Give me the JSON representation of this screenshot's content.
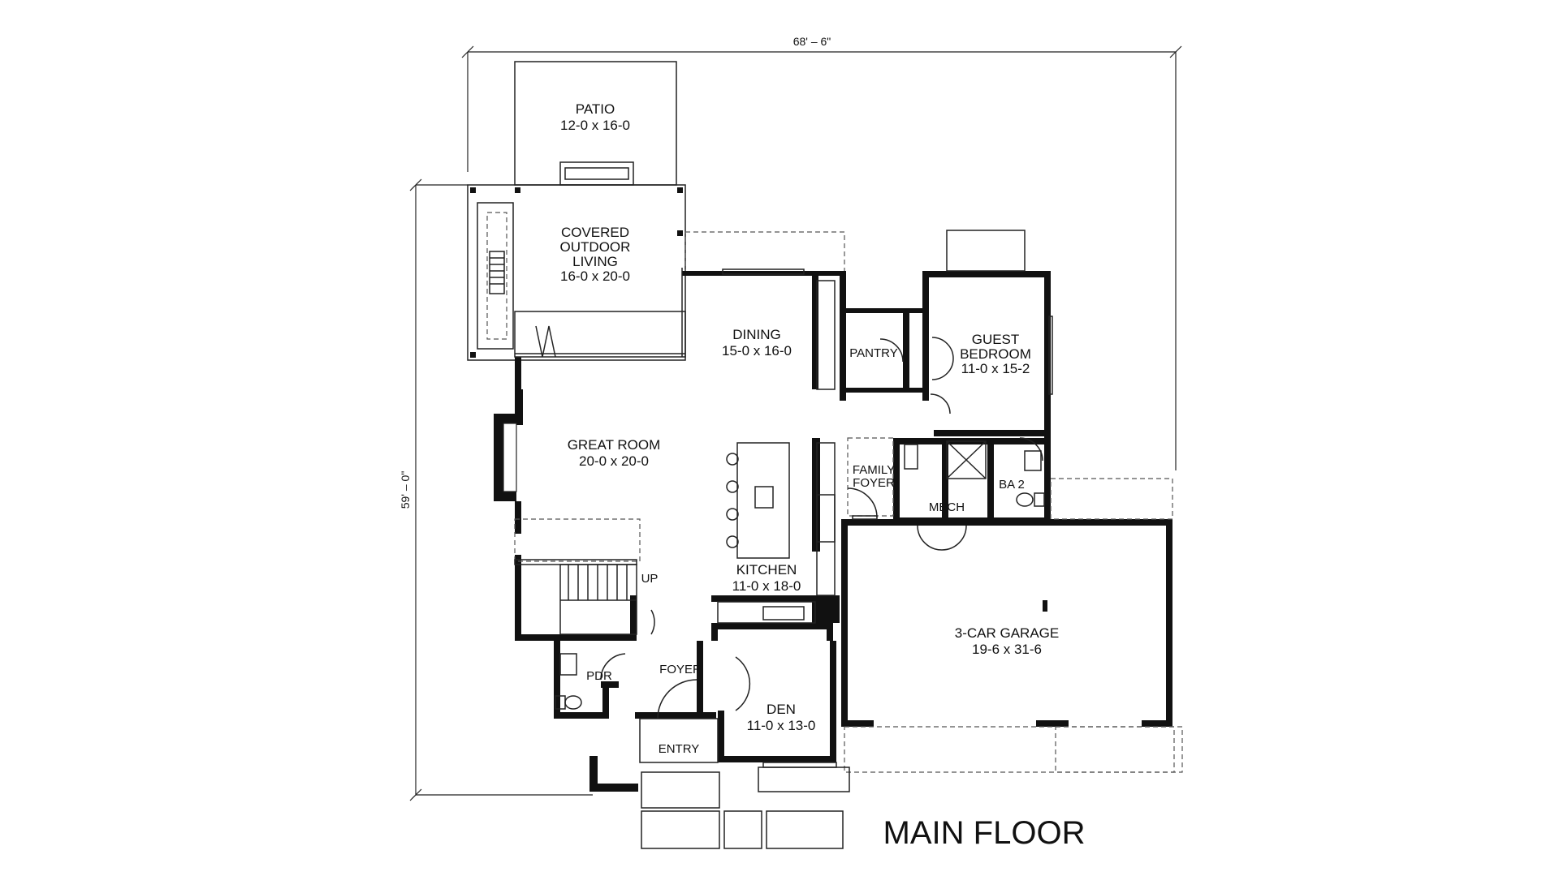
{
  "plan_title": "MAIN FLOOR",
  "dimensions": {
    "width": "68' – 6\"",
    "depth": "59' – 0\""
  },
  "rooms": {
    "patio": {
      "name": "PATIO",
      "size": "12-0 x 16-0"
    },
    "covered_outdoor": {
      "line1": "COVERED",
      "line2": "OUTDOOR",
      "line3": "LIVING",
      "size": "16-0 x 20-0"
    },
    "dining": {
      "name": "DINING",
      "size": "15-0 x 16-0"
    },
    "pantry": {
      "name": "PANTRY"
    },
    "guest_bedroom": {
      "line1": "GUEST",
      "line2": "BEDROOM",
      "size": "11-0 x 15-2"
    },
    "great_room": {
      "name": "GREAT ROOM",
      "size": "20-0 x 20-0"
    },
    "family_foyer": {
      "line1": "FAMILY",
      "line2": "FOYER"
    },
    "mech": {
      "name": "MECH"
    },
    "ba2": {
      "name": "BA 2"
    },
    "kitchen": {
      "name": "KITCHEN",
      "size": "11-0 x 18-0"
    },
    "garage": {
      "name": "3-CAR GARAGE",
      "size": "19-6 x 31-6"
    },
    "stairs": {
      "name": "UP"
    },
    "pdr": {
      "name": "PDR"
    },
    "foyer": {
      "name": "FOYER"
    },
    "den": {
      "name": "DEN",
      "size": "11-0 x 13-0"
    },
    "entry": {
      "name": "ENTRY"
    }
  }
}
